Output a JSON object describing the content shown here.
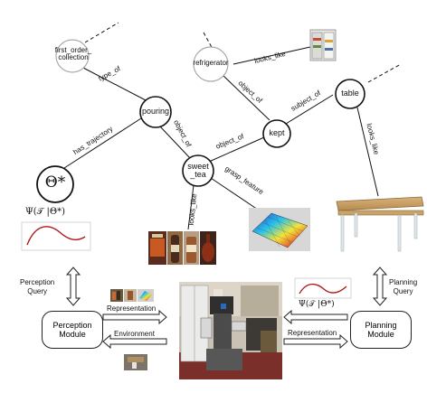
{
  "nodes": {
    "first_order_collection": "first_order_\ncollection",
    "refrigerator": "refrigerator",
    "pouring": "pouring",
    "kept": "kept",
    "table": "table",
    "sweet_tea": "sweet\n_tea",
    "theta": "Θ*"
  },
  "edges": {
    "type_of": "type_of",
    "looks_like_fridge": "looks_like",
    "object_of_fridge": "object_of",
    "subject_of": "subject_of",
    "has_trajectory": "has_trajectory",
    "object_of_pouring": "object_of",
    "object_of_kept": "object_of",
    "looks_like_table": "looks_like",
    "grasp_feature": "grasp_feature",
    "looks_like_tea": "looks_like"
  },
  "formulas": {
    "psi_left": "Ψ(𝒯 |Θ*)",
    "psi_right": "Ψ(𝒯 |Θ*)"
  },
  "bottom": {
    "perception_query": "Perception\nQuery",
    "planning_query": "Planning\nQuery",
    "perception_module": "Perception\nModule",
    "planning_module": "Planning\nModule",
    "representation_left": "Representation",
    "environment": "Environment",
    "representation_right": "Representation"
  }
}
